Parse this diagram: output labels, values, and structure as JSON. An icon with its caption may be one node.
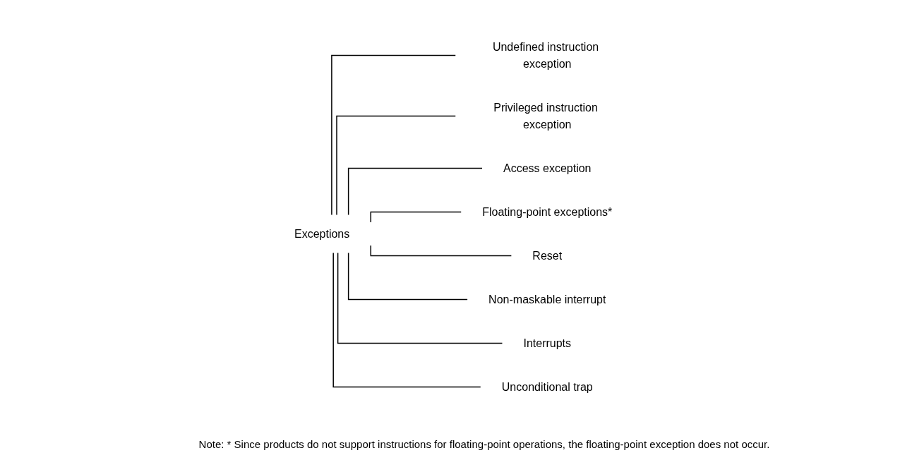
{
  "diagram": {
    "nodes": [
      {
        "text": [
          "Exceptions"
        ]
      },
      {
        "text": [
          "Undefined instruction exception"
        ]
      },
      {
        "text": [
          "Privileged instruction exception"
        ]
      },
      {
        "text": [
          "Access exception"
        ]
      },
      {
        "text": [
          "Floating-point exceptions*"
        ]
      },
      {
        "text": [
          "Reset"
        ]
      },
      {
        "text": [
          "Non-maskable interrupt"
        ]
      },
      {
        "text": [
          "Interrupts"
        ]
      },
      {
        "text": [
          "Unconditional trap"
        ]
      }
    ],
    "edges": [
      {
        "from": 0,
        "to": 1,
        "arrow": "none"
      },
      {
        "from": 0,
        "to": 2,
        "arrow": "none"
      },
      {
        "from": 0,
        "to": 3,
        "arrow": "none"
      },
      {
        "from": 0,
        "to": 4,
        "arrow": "none"
      },
      {
        "from": 0,
        "to": 5,
        "arrow": "none"
      },
      {
        "from": 0,
        "to": 6,
        "arrow": "none"
      },
      {
        "from": 0,
        "to": 7,
        "arrow": "none"
      },
      {
        "from": 0,
        "to": 8,
        "arrow": "none"
      }
    ],
    "labels": [
      "Note: * Since products do not support instructions for floating-point operations, the floating-point exception does not occur."
    ]
  }
}
